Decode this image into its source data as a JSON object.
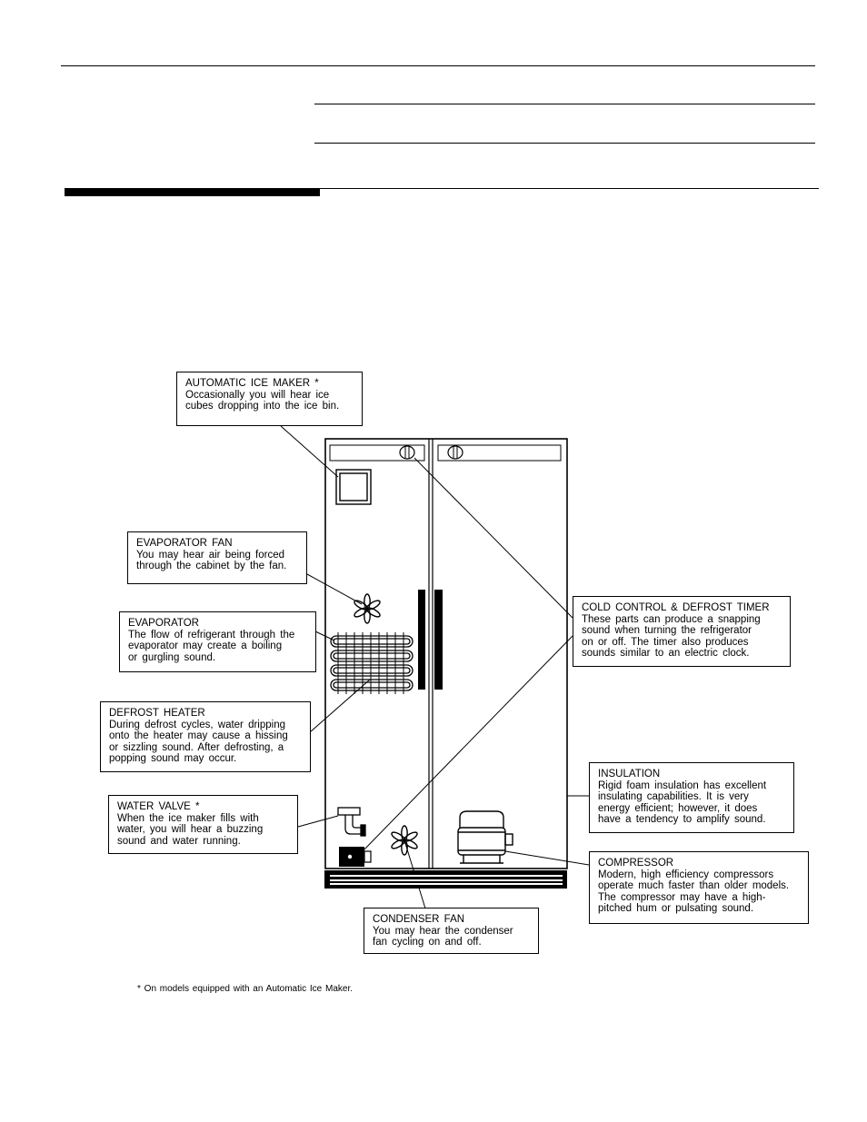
{
  "callouts": {
    "ice_maker": {
      "title": "AUTOMATIC ICE MAKER *",
      "body": "Occasionally you will hear ice\ncubes dropping into the ice bin."
    },
    "evap_fan": {
      "title": "EVAPORATOR FAN",
      "body": "You may hear air being forced\nthrough the cabinet by the fan."
    },
    "evaporator": {
      "title": "EVAPORATOR",
      "body": "The flow of refrigerant through the\nevaporator may create a boiling\nor gurgling sound."
    },
    "defrost_heater": {
      "title": "DEFROST HEATER",
      "body": "During defrost cycles, water dripping\nonto the heater may cause a hissing\nor sizzling sound. After defrosting, a\npopping sound may occur."
    },
    "water_valve": {
      "title": "WATER VALVE *",
      "body": "When the ice maker fills with\nwater, you will hear a buzzing\nsound and water running."
    },
    "cold_control": {
      "title": "COLD CONTROL & DEFROST TIMER",
      "body": "These parts can produce a snapping\nsound when turning the refrigerator\non or off. The timer also produces\nsounds similar to an electric clock."
    },
    "insulation": {
      "title": "INSULATION",
      "body": "Rigid foam insulation has excellent\ninsulating capabilities. It is very\nenergy efficient; however, it does\nhave a tendency to amplify sound."
    },
    "compressor": {
      "title": "COMPRESSOR",
      "body": "Modern, high efficiency compressors\noperate much faster than older models.\nThe compressor may have a high-\npitched hum or pulsating sound."
    },
    "condenser_fan": {
      "title": "CONDENSER FAN",
      "body": "You may hear the condenser\nfan cycling on and off."
    }
  },
  "footnote": "* On models equipped with an Automatic Ice Maker."
}
